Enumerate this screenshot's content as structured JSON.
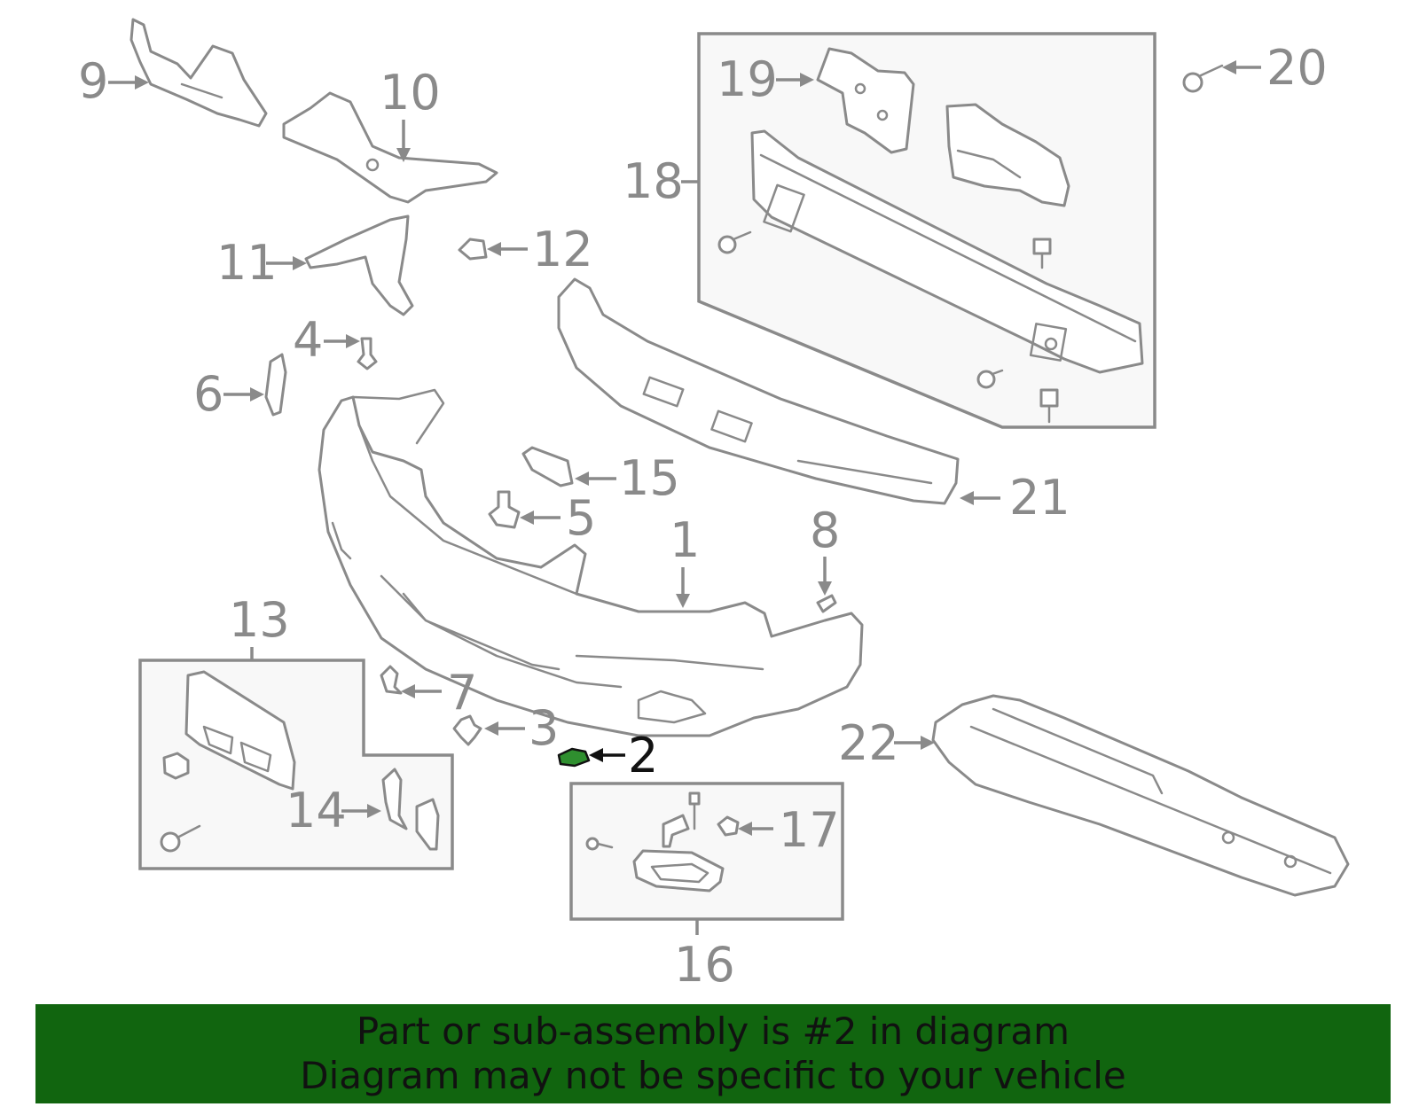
{
  "diagram": {
    "callouts": {
      "c1": "1",
      "c2": "2",
      "c3": "3",
      "c4": "4",
      "c5": "5",
      "c6": "6",
      "c7": "7",
      "c8": "8",
      "c9": "9",
      "c10": "10",
      "c11": "11",
      "c12": "12",
      "c13": "13",
      "c14": "14",
      "c15": "15",
      "c16": "16",
      "c17": "17",
      "c18": "18",
      "c19": "19",
      "c20": "20",
      "c21": "21",
      "c22": "22"
    },
    "highlighted_part": "2",
    "colors": {
      "line": "#8a8a8a",
      "highlight_part": "#2f8f2f",
      "banner_background": "#11650f",
      "banner_text": "#111111"
    }
  },
  "notice": {
    "line1": "Part or sub-assembly is #2 in diagram",
    "line2": "Diagram may not be specific to your vehicle"
  }
}
